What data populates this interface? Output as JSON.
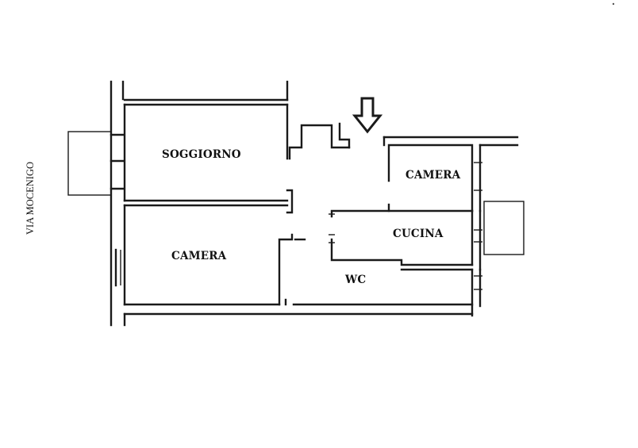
{
  "street": {
    "label": "VIA MOCENIGO"
  },
  "rooms": {
    "soggiorno": "SOGGIORNO",
    "camera_left": "CAMERA",
    "camera_right": "CAMERA",
    "cucina": "CUCINA",
    "wc": "WC"
  },
  "entrance_arrow": {
    "icon": "down-arrow-icon",
    "meaning": "entrance"
  },
  "colors": {
    "ink": "#1a1a1a",
    "background": "#ffffff"
  }
}
